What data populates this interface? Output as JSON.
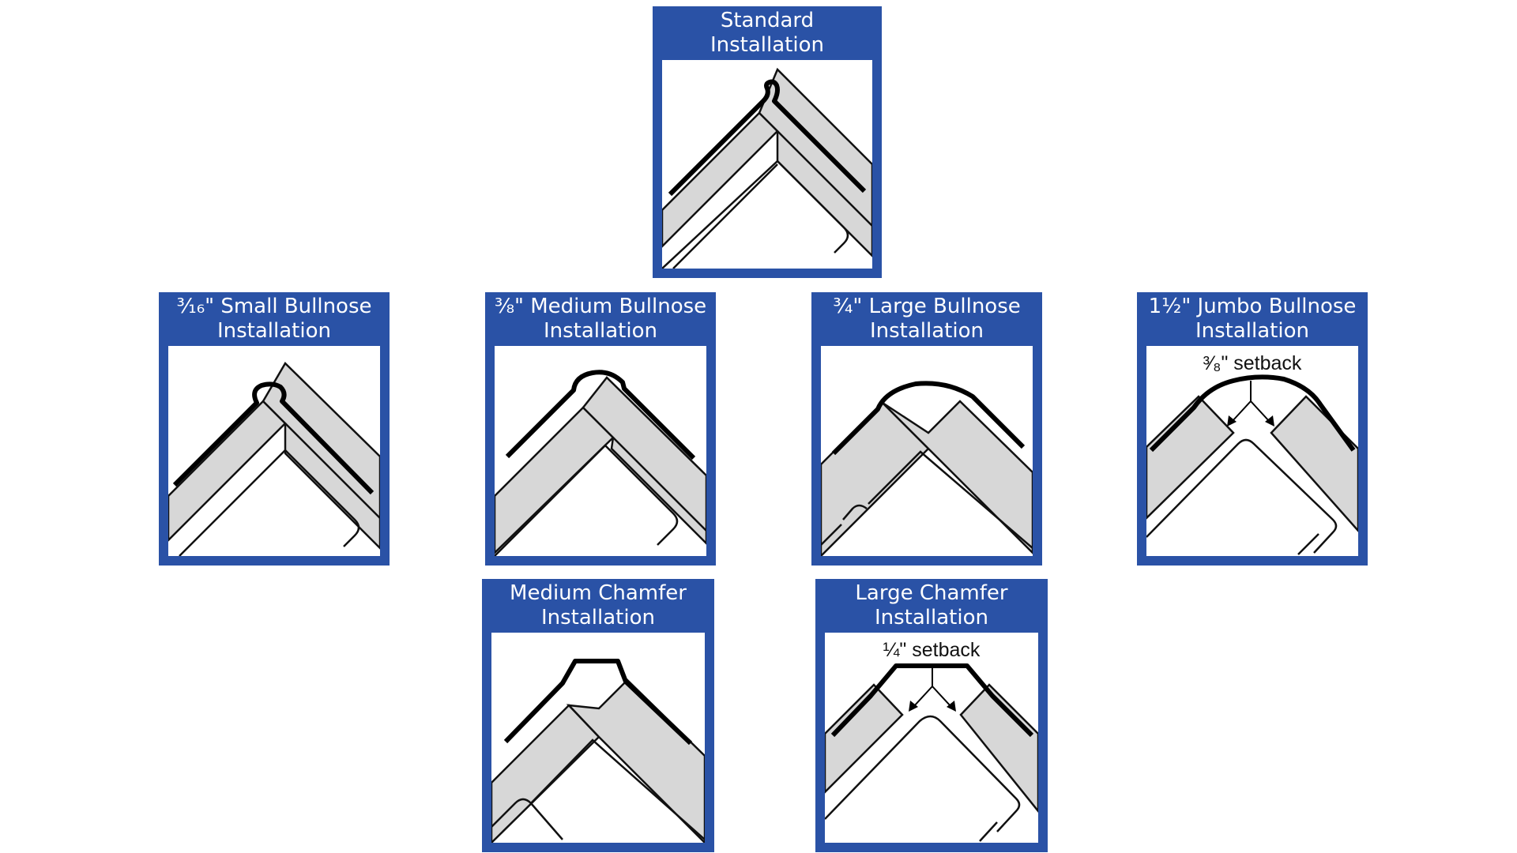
{
  "cards": {
    "standard": {
      "title_line1": "Standard",
      "title_line2": "Installation"
    },
    "small_bullnose": {
      "title_line1": "³⁄₁₆\" Small Bullnose",
      "title_line2": "Installation"
    },
    "medium_bullnose": {
      "title_line1": "³⁄₈\" Medium Bullnose",
      "title_line2": "Installation"
    },
    "large_bullnose": {
      "title_line1": "³⁄₄\" Large Bullnose",
      "title_line2": "Installation"
    },
    "jumbo_bullnose": {
      "title_line1": "1½\" Jumbo Bullnose",
      "title_line2": "Installation",
      "setback": "³⁄₈\" setback"
    },
    "medium_chamfer": {
      "title_line1": "Medium Chamfer",
      "title_line2": "Installation"
    },
    "large_chamfer": {
      "title_line1": "Large Chamfer",
      "title_line2": "Installation",
      "setback": "¼\" setback"
    }
  },
  "colors": {
    "frame": "#2a52a6",
    "tile": "#d7d7d7",
    "trim": "#000000"
  }
}
